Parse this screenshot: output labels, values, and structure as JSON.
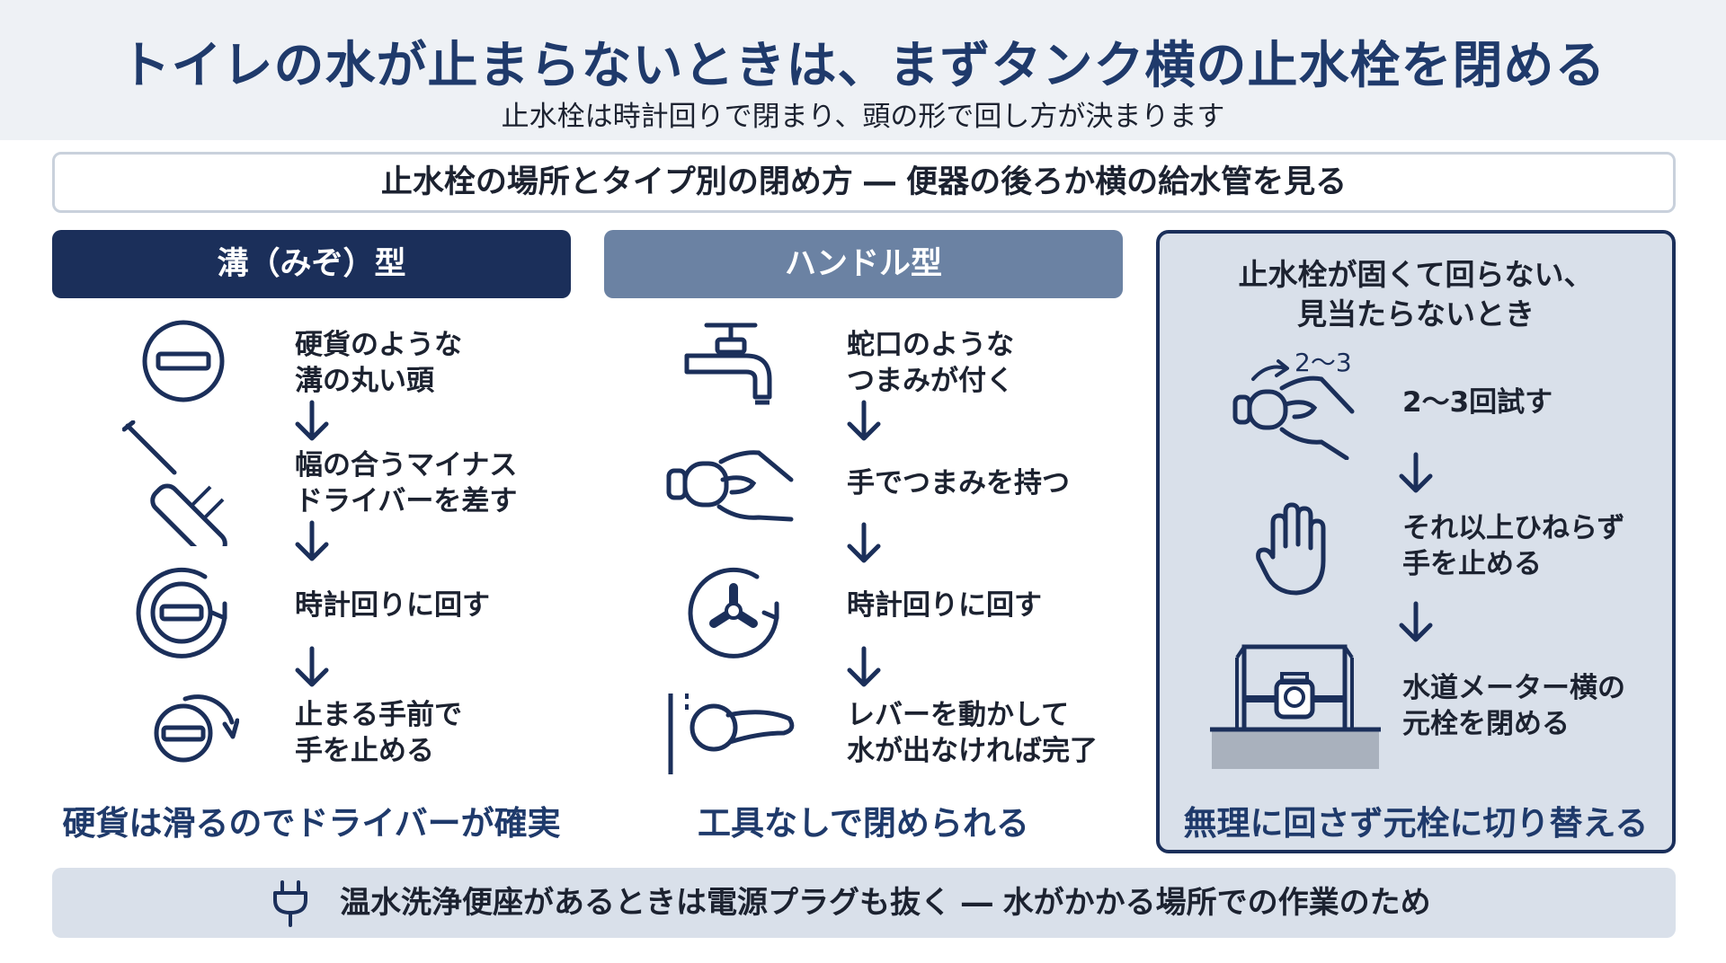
{
  "header": {
    "title": "トイレの水が止まらないときは、まずタンク横の止水栓を閉める",
    "subtitle": "止水栓は時計回りで閉まり、頭の形で回し方が決まります"
  },
  "location_bar": "止水栓の場所とタイプ別の閉め方 ― 便器の後ろか横の給水管を見る",
  "groove": {
    "heading": "溝（みぞ）型",
    "steps": [
      {
        "line1": "硬貨のような",
        "line2": "溝の丸い頭"
      },
      {
        "line1": "幅の合うマイナス",
        "line2": "ドライバーを差す"
      },
      {
        "line1": "時計回りに回す",
        "line2": ""
      },
      {
        "line1": "止まる手前で",
        "line2": "手を止める"
      }
    ],
    "note": "硬貨は滑るのでドライバーが確実"
  },
  "handle": {
    "heading": "ハンドル型",
    "steps": [
      {
        "line1": "蛇口のような",
        "line2": "つまみが付く"
      },
      {
        "line1": "手でつまみを持つ",
        "line2": ""
      },
      {
        "line1": "時計回りに回す",
        "line2": ""
      },
      {
        "line1": "レバーを動かして",
        "line2": "水が出なければ完了"
      }
    ],
    "note": "工具なしで閉められる"
  },
  "stuck": {
    "heading_line1": "止水栓が固くて回らない、",
    "heading_line2": "見当たらないとき",
    "turns_label": "2〜3",
    "steps": [
      {
        "line1": "2〜3回試す",
        "line2": ""
      },
      {
        "line1": "それ以上ひねらず",
        "line2": "手を止める"
      },
      {
        "line1": "水道メーター横の",
        "line2": "元栓を閉める"
      }
    ],
    "note": "無理に回さず元栓に切り替える"
  },
  "bottom_note": "温水洗浄便座があるときは電源プラグも抜く ― 水がかかる場所での作業のため",
  "icons": {
    "coin_slot": "coin-slot-icon",
    "screwdriver": "screwdriver-icon",
    "rotate": "rotate-clockwise-icon",
    "faucet": "faucet-icon",
    "hand_grip": "hand-grip-icon",
    "lever": "lever-handle-icon",
    "stop_hand": "stop-hand-icon",
    "meter": "water-meter-icon",
    "plug": "power-plug-icon"
  },
  "colors": {
    "navy": "#1b2f5a",
    "slate": "#6b82a3",
    "title": "#1f3a6b",
    "panel": "#d9e0ea"
  }
}
